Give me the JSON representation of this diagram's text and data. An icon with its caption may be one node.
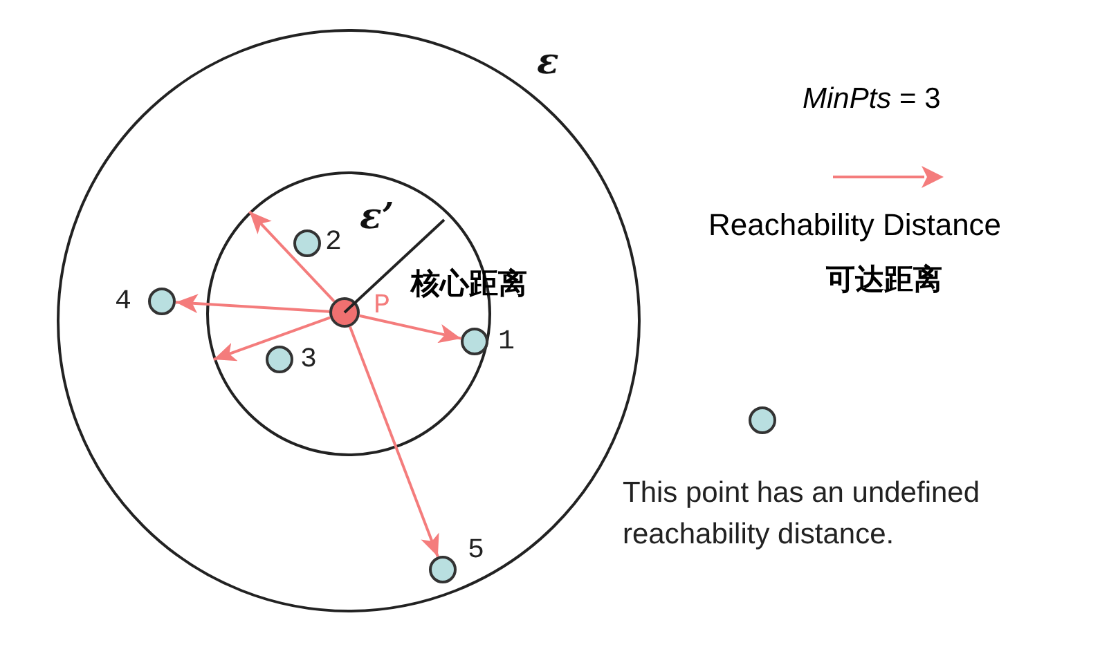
{
  "diagram": {
    "nodes": [
      {
        "text": [
          "ε"
        ]
      },
      {
        "text": [
          "ε’"
        ],
        "in": 0
      },
      {
        "text": [],
        "shape": "circle",
        "beside": [
          "2"
        ],
        "in": 1
      },
      {
        "text": [],
        "shape": "circle",
        "beside": [
          "4"
        ],
        "in": 0
      },
      {
        "text": [],
        "shape": "circle",
        "beside": [
          "P"
        ],
        "in": 1
      },
      {
        "text": [],
        "shape": "circle",
        "beside": [
          "3"
        ],
        "in": 1
      },
      {
        "text": [],
        "shape": "circle",
        "beside": [
          "1"
        ],
        "in": 1
      },
      {
        "text": [],
        "shape": "circle",
        "beside": [
          "5"
        ],
        "in": 0
      },
      {
        "text": [],
        "shape": "circle",
        "beside": [
          "This point has an undefined reachability distance."
        ]
      }
    ],
    "edges": [
      {
        "from": 4,
        "to": 1,
        "arrow": "to"
      },
      {
        "from": 4,
        "to": 3,
        "arrow": "to"
      },
      {
        "from": 4,
        "to": 1,
        "arrow": "to"
      },
      {
        "from": 4,
        "to": 6,
        "arrow": "to"
      },
      {
        "from": 4,
        "to": 7,
        "arrow": "to"
      }
    ],
    "labels": [
      "核心距离",
      "*MinPts* = 3",
      "可达距离"
    ],
    "legend": [
      {
        "text": "Reachability Distance"
      }
    ]
  }
}
